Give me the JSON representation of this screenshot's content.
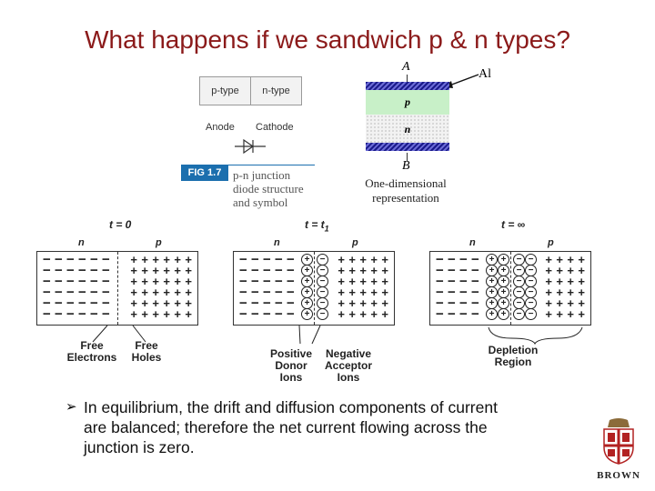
{
  "title": "What happens if we sandwich p & n types?",
  "diode_figure": {
    "ptype": "p-type",
    "ntype": "n-type",
    "anode": "Anode",
    "cathode": "Cathode",
    "fig_label": "FIG 1.7",
    "caption_line1": "p-n junction",
    "caption_line2": "diode structure",
    "caption_line3": "and symbol"
  },
  "one_d": {
    "top_label": "A",
    "bottom_label": "B",
    "al_label": "Al",
    "p_label": "p",
    "n_label": "n",
    "caption_line1": "One-dimensional",
    "caption_line2": "representation"
  },
  "panels": [
    {
      "time": "t = 0",
      "n": "n",
      "p": "p"
    },
    {
      "time": "t = t",
      "time_sub": "1",
      "n": "n",
      "p": "p"
    },
    {
      "time": "t = ∞",
      "n": "n",
      "p": "p"
    }
  ],
  "callouts": {
    "free_electrons_1": "Free",
    "free_electrons_2": "Electrons",
    "free_holes_1": "Free",
    "free_holes_2": "Holes",
    "pos_donor_1": "Positive",
    "pos_donor_2": "Donor",
    "pos_donor_3": "Ions",
    "neg_acceptor_1": "Negative",
    "neg_acceptor_2": "Acceptor",
    "neg_acceptor_3": "Ions",
    "depletion_1": "Depletion",
    "depletion_2": "Region"
  },
  "bullet": {
    "line1": "In equilibrium, the drift and diffusion components of current",
    "line2": "are balanced; therefore the net current flowing across the",
    "line3": "junction is zero."
  },
  "logo": {
    "text": "BROWN"
  },
  "colors": {
    "title": "#8b1a1a",
    "fig_badge": "#1b6fae",
    "p_region": "#c8f0c8",
    "logo_red": "#b22222"
  }
}
